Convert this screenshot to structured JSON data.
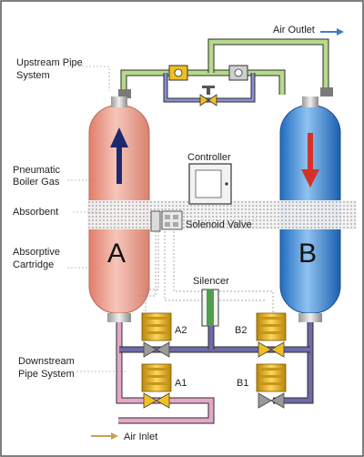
{
  "labels": {
    "air_outlet": "Air Outlet",
    "upstream_line1": "Upstream Pipe",
    "upstream_line2": "System",
    "pneumatic_line1": "Pneumatic",
    "pneumatic_line2": "Boiler Gas",
    "absorbent": "Absorbent",
    "absorptive_line1": "Absorptive",
    "absorptive_line2": "Cartridge",
    "downstream_line1": "Downstream",
    "downstream_line2": "Pipe System",
    "controller": "Controller",
    "solenoid_valve": "Solenoid Valve",
    "silencer": "Silencer",
    "tower_a": "A",
    "tower_b": "B",
    "valve_a2": "A2",
    "valve_b2": "B2",
    "valve_a1": "A1",
    "valve_b1": "B1",
    "air_inlet": "Air Inlet"
  },
  "icons": {
    "tower_a_flow": "up-arrow-icon",
    "tower_b_flow": "down-arrow-icon",
    "outlet": "arrow-right-icon",
    "inlet": "arrow-right-icon"
  },
  "colors": {
    "upper_pipe": "#b8d98a",
    "lower_pipe_pink": "#e3a8c6",
    "lower_pipe_purple": "#6f6aa8",
    "tower_a": "#e89a88",
    "tower_b": "#2f7fd0",
    "valve_gold": "#e7b51c",
    "inlet_arrow": "#c8a25a",
    "outlet_arrow": "#3b7fc4"
  }
}
